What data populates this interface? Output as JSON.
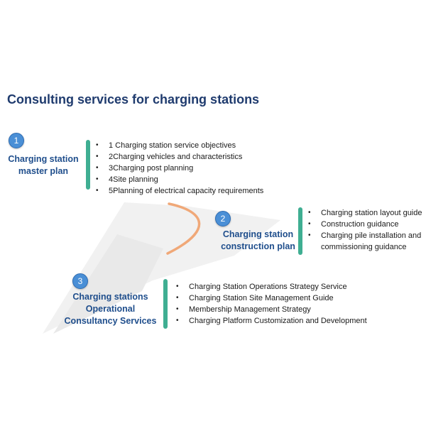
{
  "title": "Consulting services for charging stations",
  "colors": {
    "title": "#1f3b6e",
    "label": "#1f4e8c",
    "badge": "#4a8fd6",
    "bar": "#3fae92",
    "connector": "#f0a878"
  },
  "sections": [
    {
      "number": "1",
      "label_lines": [
        "Charging station",
        "master plan"
      ],
      "items": [
        "1 Charging station service objectives",
        "2Charging vehicles and characteristics",
        "3Charging post planning",
        "4Site planning",
        "5Planning of electrical capacity requirements"
      ]
    },
    {
      "number": "2",
      "label_lines": [
        "Charging station",
        "construction plan"
      ],
      "items": [
        "Charging station layout guide",
        "Construction guidance",
        "Charging pile installation and commissioning guidance"
      ]
    },
    {
      "number": "3",
      "label_lines": [
        "Charging stations",
        "Operational",
        "Consultancy Services"
      ],
      "items": [
        "Charging Station Operations Strategy Service",
        "Charging Station Site Management Guide",
        "Membership Management Strategy",
        "Charging Platform Customization and Development"
      ]
    }
  ]
}
